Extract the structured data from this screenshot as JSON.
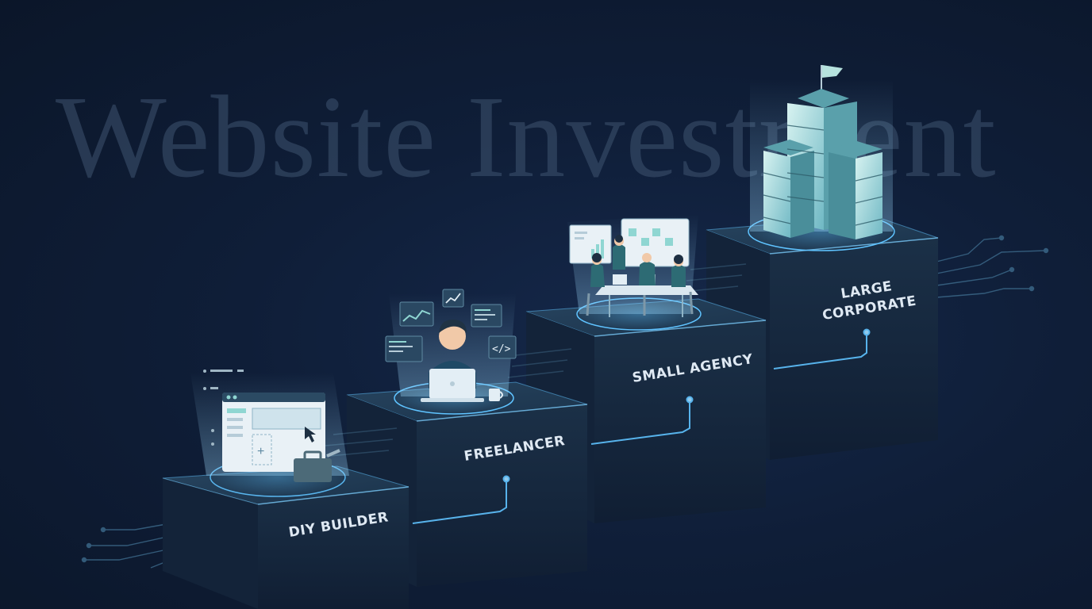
{
  "title": "Website Investment",
  "steps": [
    {
      "label": "DIY BUILDER",
      "icon": "website-builder-icon"
    },
    {
      "label": "FREELANCER",
      "icon": "freelancer-icon"
    },
    {
      "label": "SMALL AGENCY",
      "icon": "agency-team-icon"
    },
    {
      "label_line1": "LARGE",
      "label_line2": "CORPORATE",
      "icon": "corporate-building-icon"
    }
  ],
  "colors": {
    "background": "#0d1a30",
    "step_top": "#1f3a52",
    "step_front": "#17293f",
    "glow": "#5fc3ff",
    "accent": "#8fd6d2"
  }
}
